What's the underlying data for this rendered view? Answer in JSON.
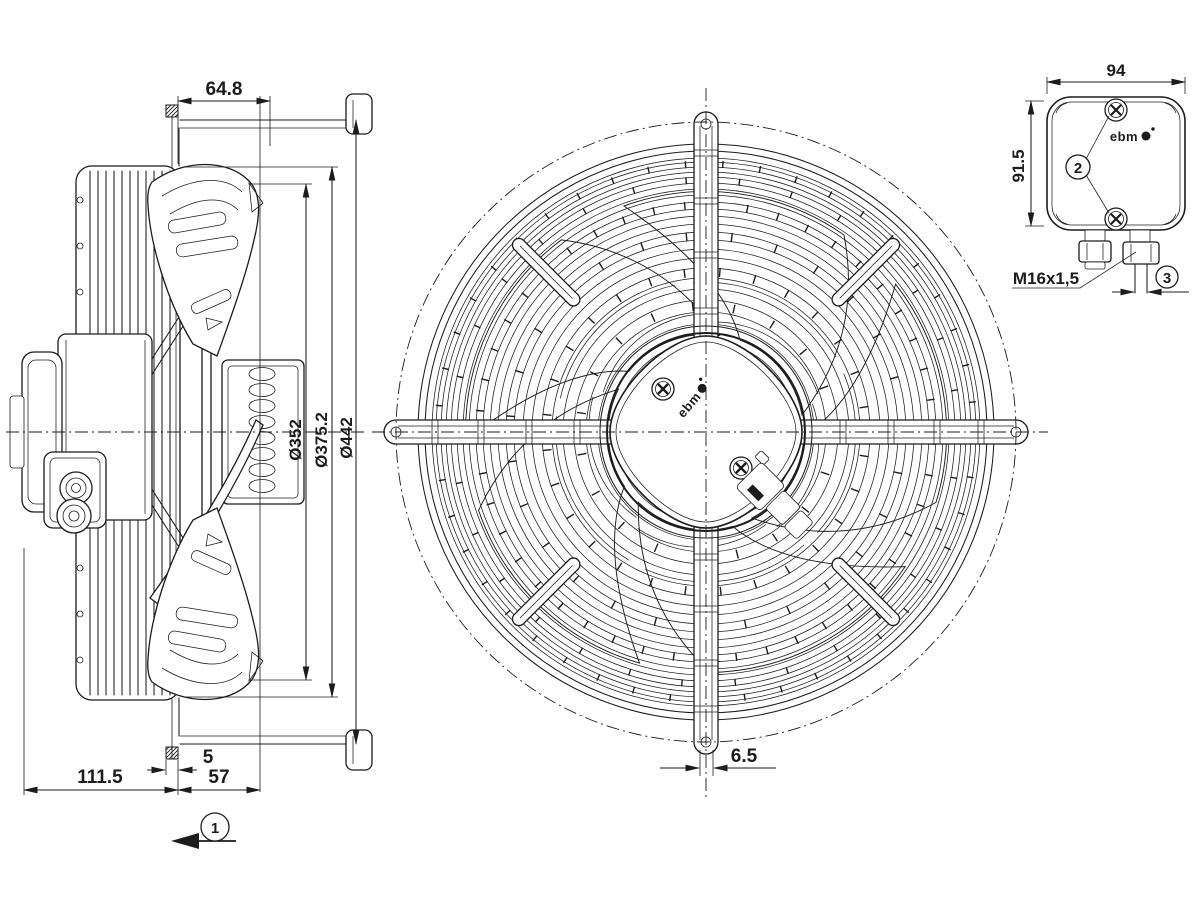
{
  "drawing": {
    "type": "technical-drawing",
    "subject": "axial fan with guard grille, side view, front view and terminal box detail",
    "background": "#ffffff",
    "line_color": "#1c1c1c",
    "brand": "ebm",
    "side_view": {
      "dim_guard_depth": "64.8",
      "dim_impeller_diameter": "Ø352",
      "dim_guard_diameter": "Ø375.2",
      "dim_wall_ring_diameter": "Ø442",
      "dim_clip": "5",
      "dim_flange_depth": "57",
      "dim_motor_depth": "111.5",
      "view_callout": "1"
    },
    "front_view": {
      "dim_strut_offset": "6.5",
      "hub_logo": "ebm"
    },
    "terminal_box_detail": {
      "dim_width": "94",
      "dim_height": "91.5",
      "screw_callout": "2",
      "cable_gland_thread": "M16x1,5",
      "cable_callout": "3",
      "logo": "ebm"
    }
  }
}
